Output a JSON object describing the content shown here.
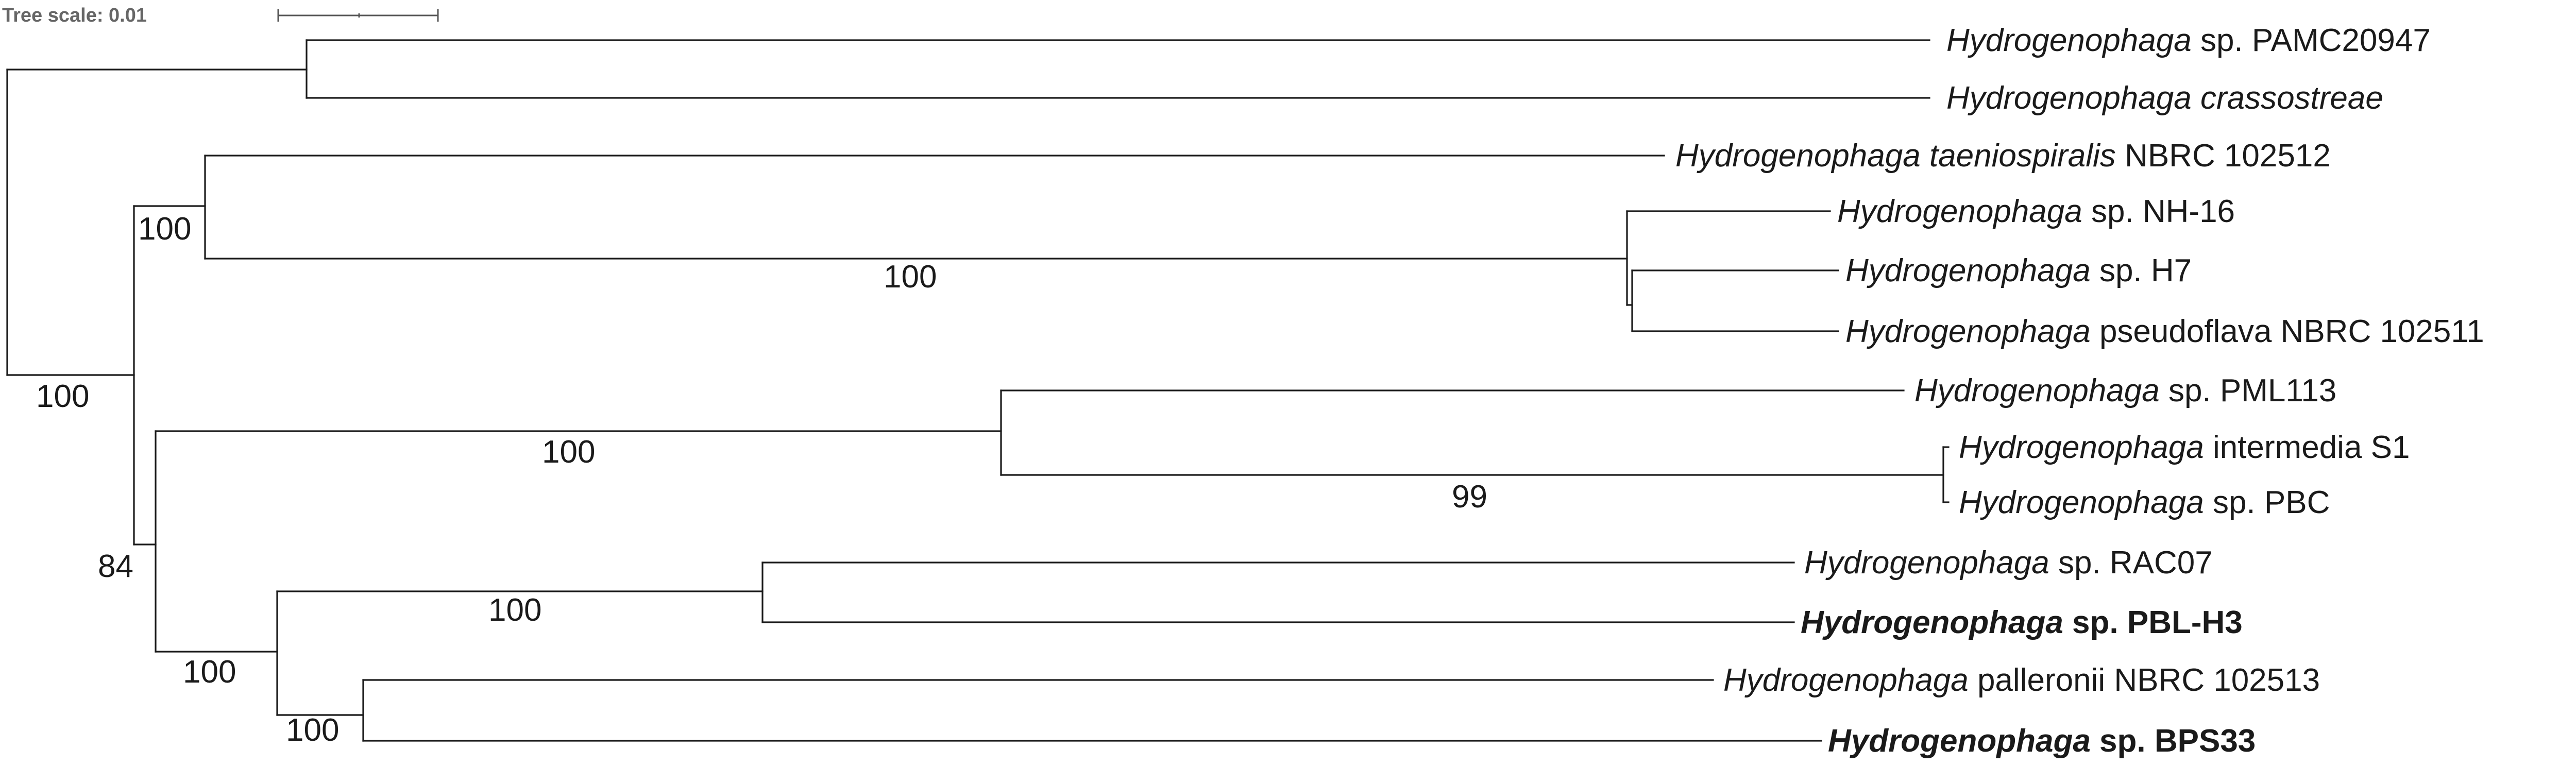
{
  "scale": {
    "label": "Tree scale: 0.01"
  },
  "taxa": [
    {
      "genus": "Hydrogenophaga",
      "rest": " sp. PAMC20947",
      "bold": false
    },
    {
      "genus": "Hydrogenophaga",
      "rest": " crassostreae",
      "bold": false,
      "rest_italic": true
    },
    {
      "genus": "Hydrogenophaga",
      "rest": " taeniospiralis",
      "rest2": " NBRC 102512",
      "bold": false,
      "rest_italic": true
    },
    {
      "genus": "Hydrogenophaga",
      "rest": " sp. NH-16",
      "bold": false
    },
    {
      "genus": "Hydrogenophaga",
      "rest": " sp. H7",
      "bold": false
    },
    {
      "genus": "Hydrogenophaga",
      "rest": " pseudoflava NBRC 102511",
      "bold": false
    },
    {
      "genus": "Hydrogenophaga",
      "rest": " sp. PML113",
      "bold": false
    },
    {
      "genus": "Hydrogenophaga",
      "rest": " intermedia S1",
      "bold": false
    },
    {
      "genus": "Hydrogenophaga",
      "rest": " sp. PBC",
      "bold": false
    },
    {
      "genus": "Hydrogenophaga",
      "rest": " sp. RAC07",
      "bold": false
    },
    {
      "genus": "Hydrogenophaga",
      "rest": " sp. PBL-H3",
      "bold": true
    },
    {
      "genus": "Hydrogenophaga",
      "rest": " palleronii NBRC 102513",
      "bold": false
    },
    {
      "genus": "Hydrogenophaga",
      "rest": " sp. BPS33",
      "bold": true
    }
  ],
  "supports": [
    "100",
    "100",
    "100",
    "100",
    "99",
    "84",
    "100",
    "100",
    "100"
  ]
}
